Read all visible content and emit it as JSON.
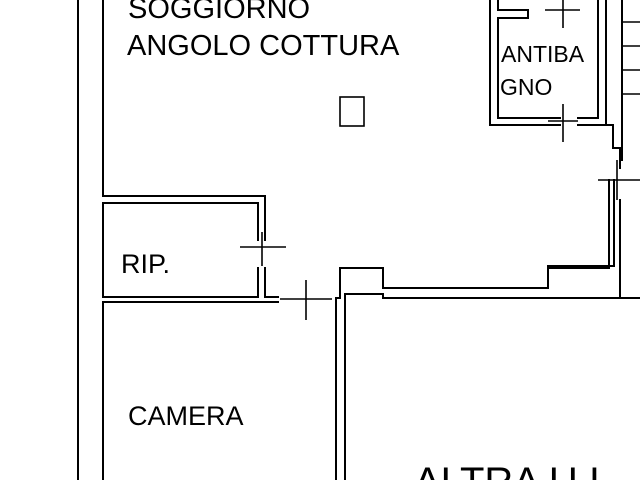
{
  "plan": {
    "rooms": {
      "soggiorno": "SOGGIORNO",
      "angolo_cottura": "ANGOLO COTTURA",
      "antibagno_line1": "ANTIBA",
      "antibagno_line2": "GNO",
      "ripostiglio": "RIP.",
      "camera": "CAMERA",
      "altra_unita": "ALTRA U.I."
    }
  }
}
